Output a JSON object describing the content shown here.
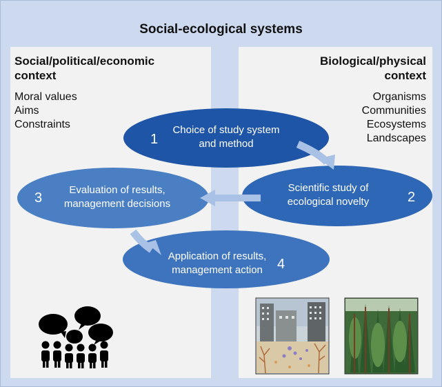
{
  "title": "Social-ecological systems",
  "left_panel": {
    "heading_line1": "Social/political/economic",
    "heading_line2": "context",
    "items": [
      "Moral values",
      "Aims",
      "Constraints"
    ]
  },
  "right_panel": {
    "heading_line1": "Biological/physical",
    "heading_line2": "context",
    "items": [
      "Organisms",
      "Communities",
      "Ecosystems",
      "Landscapes"
    ]
  },
  "steps": [
    {
      "number": "1",
      "line1": "Choice of study system",
      "line2": "and method"
    },
    {
      "number": "2",
      "line1": "Scientific study of",
      "line2": "ecological novelty"
    },
    {
      "number": "3",
      "line1": "Evaluation of results,",
      "line2": "management decisions"
    },
    {
      "number": "4",
      "line1": "Application of results,",
      "line2": "management action"
    }
  ],
  "colors": {
    "background": "#cdd9ee",
    "panel": "#f2f2f2",
    "ellipse_1": "#1f55a6",
    "ellipse_2": "#2e67b5",
    "ellipse_3": "#4a7fc4",
    "ellipse_4": "#3d74bd",
    "arrow": "#a9c1e4"
  },
  "icons": [
    "people-discussion-icon",
    "urban-novel-ecosystem-image",
    "forest-image"
  ]
}
